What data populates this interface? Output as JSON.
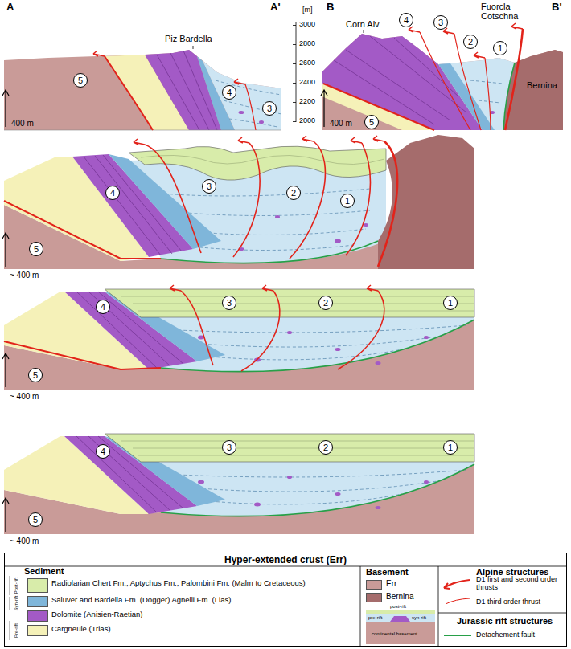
{
  "diagram": {
    "nodes": [
      {
        "text": [
          "5"
        ]
      },
      {
        "text": [
          "4"
        ]
      },
      {
        "text": [
          "3"
        ]
      },
      {
        "text": [
          "5"
        ]
      },
      {
        "text": [
          "4"
        ]
      },
      {
        "text": [
          "3"
        ]
      },
      {
        "text": [
          "2"
        ]
      },
      {
        "text": [
          "1"
        ]
      },
      {
        "text": [
          "5"
        ]
      },
      {
        "text": [
          "4"
        ]
      },
      {
        "text": [
          "3"
        ]
      },
      {
        "text": [
          "2"
        ]
      },
      {
        "text": [
          "1"
        ]
      },
      {
        "text": [
          "5"
        ]
      },
      {
        "text": [
          "4"
        ]
      },
      {
        "text": [
          "3"
        ]
      },
      {
        "text": [
          "2"
        ]
      },
      {
        "text": [
          "1"
        ]
      },
      {
        "text": [
          "5"
        ]
      },
      {
        "text": [
          "4"
        ]
      },
      {
        "text": [
          "3"
        ]
      },
      {
        "text": [
          "2"
        ]
      },
      {
        "text": [
          "1"
        ]
      },
      {
        "text": [
          "Hyper-extended crust (Err)"
        ]
      }
    ],
    "labels": [
      "A",
      "A'",
      "B",
      "B'",
      "Piz Bardella",
      "Corn Alv",
      "Fuorcla Cotschna",
      "Bernina",
      "[m]",
      "3000",
      "2800",
      "2600",
      "2400",
      "2200",
      "2000",
      "400 m",
      "400 m",
      "~ 400 m",
      "~ 400 m",
      "~ 400 m",
      "Sediment",
      "Post-rift",
      "Syn-rift",
      "Pre-rift",
      "Basement",
      "post-rift",
      "pre-rift",
      "syn-rift",
      "continental basement",
      "Alpine structures",
      "Jurassic rift structures"
    ],
    "legend": [
      {
        "text": "Radiolarian Chert Fm., Aptychus Fm., Palombini Fm. (Malm to Cretaceous)",
        "color": "#d8ecaa"
      },
      {
        "text": "Saluver and Bardella Fm. (Dogger) Agnelli Fm. (Lias)",
        "color": "#7fb6da"
      },
      {
        "text": "Dolomite (Anisien-Raetian)",
        "color": "#a35ac6"
      },
      {
        "text": "Cargneule (Trias)",
        "color": "#f5f1b8"
      },
      {
        "text": "Err",
        "color": "#c99b98"
      },
      {
        "text": "Bernina",
        "color": "#a56c6c"
      },
      {
        "text": "D1 first and second order thrusts"
      },
      {
        "text": "D1 third order thrust"
      },
      {
        "text": "Detachement fault"
      }
    ]
  }
}
